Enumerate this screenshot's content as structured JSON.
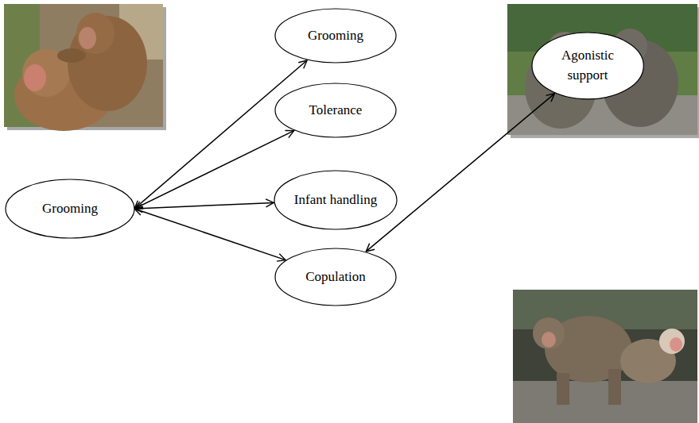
{
  "diagram": {
    "nodes": [
      {
        "text": [
          "Grooming"
        ]
      },
      {
        "text": [
          "Grooming"
        ]
      },
      {
        "text": [
          "Tolerance"
        ]
      },
      {
        "text": [
          "Infant handling"
        ]
      },
      {
        "text": [
          "Copulation"
        ]
      },
      {
        "text": [
          "Agonistic support"
        ]
      }
    ],
    "edges": [
      {
        "from": 0,
        "to": 1,
        "arrow": "both"
      },
      {
        "from": 0,
        "to": 2,
        "arrow": "both"
      },
      {
        "from": 0,
        "to": 3,
        "arrow": "both"
      },
      {
        "from": 0,
        "to": 4,
        "arrow": "both"
      },
      {
        "from": 4,
        "to": 5,
        "arrow": "both"
      }
    ]
  }
}
